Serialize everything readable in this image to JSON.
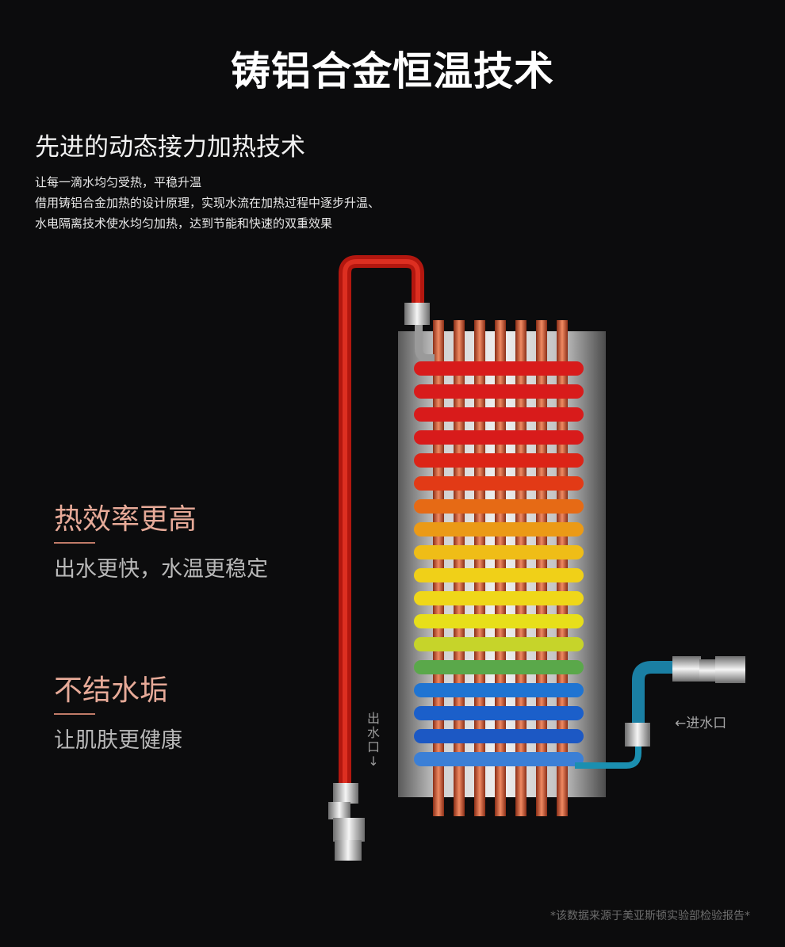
{
  "header": {
    "title": "铸铝合金恒温技术",
    "subtitle": "先进的动态接力加热技术",
    "description_lines": [
      "让每一滴水均匀受热，平稳升温",
      "借用铸铝合金加热的设计原理，实现水流在加热过程中逐步升温、",
      "水电隔离技术使水均匀加热，达到节能和快速的双重效果"
    ]
  },
  "features": [
    {
      "title": "热效率更高",
      "desc": "出水更快，水温更稳定"
    },
    {
      "title": "不结水垢",
      "desc": "让肌肤更健康"
    }
  ],
  "labels": {
    "outlet_chars": [
      "出",
      "水",
      "口",
      "↓"
    ],
    "inlet": "←进水口"
  },
  "footnote": "*该数据来源于美亚斯顿实验部检验报告*",
  "colors": {
    "background": "#0c0c0d",
    "feature_title": "#e7aa98",
    "hot_pipe": "#d81e1e",
    "cold_pipe": "#1e6fd0",
    "copper": "#c8603a",
    "inlet_hose": "#1b8fb0"
  }
}
